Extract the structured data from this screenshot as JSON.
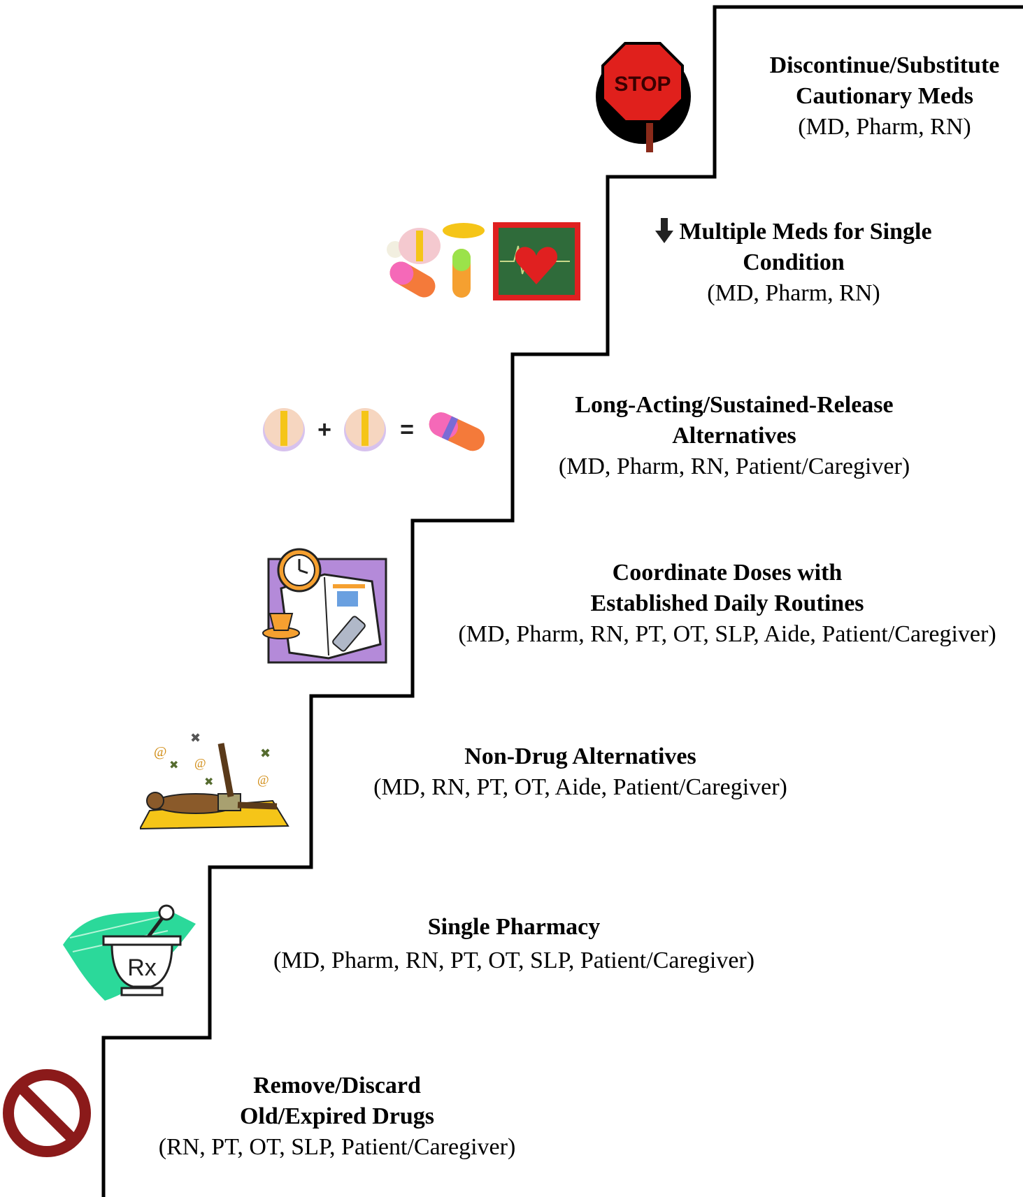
{
  "steps": [
    {
      "title_line1": "Discontinue/Substitute",
      "title_line2": "Cautionary Meds",
      "roles": "(MD, Pharm, RN)",
      "icon": "stop-sign-icon"
    },
    {
      "title_line1": "Multiple Meds for Single",
      "title_line2": "Condition",
      "roles": "(MD, Pharm, RN)",
      "icon": "pills-heart-monitor-icon",
      "prefix_icon": "down-arrow-icon"
    },
    {
      "title_line1": "Long-Acting/Sustained-Release",
      "title_line2": "Alternatives",
      "roles": "(MD, Pharm, RN, Patient/Caregiver)",
      "icon": "pill-combination-icon"
    },
    {
      "title_line1": "Coordinate Doses with",
      "title_line2": "Established Daily Routines",
      "roles": "(MD, Pharm, RN, PT, OT, SLP, Aide, Patient/Caregiver)",
      "icon": "clock-newspaper-icon"
    },
    {
      "title_line1": "Non-Drug Alternatives",
      "roles": "(MD, RN, PT, OT, Aide, Patient/Caregiver)",
      "icon": "exercise-figure-icon"
    },
    {
      "title_line1": "Single Pharmacy",
      "roles": "(MD, Pharm, RN, PT, OT, SLP, Patient/Caregiver)",
      "icon": "mortar-pestle-rx-icon",
      "icon_text": "Rx"
    },
    {
      "title_line1": "Remove/Discard",
      "title_line2": "Old/Expired Drugs",
      "roles": "(RN, PT, OT, SLP, Patient/Caregiver)",
      "icon": "prohibited-icon"
    }
  ],
  "stop_sign_text": "STOP",
  "colors": {
    "stairs": "#000000",
    "stop_red": "#e0201c",
    "prohibited_red": "#8b1a1a",
    "pharmacy_green": "#2bd99a",
    "heart_red": "#e02020",
    "monitor_green": "#2f6b3a",
    "mat_yellow": "#f5c518"
  }
}
